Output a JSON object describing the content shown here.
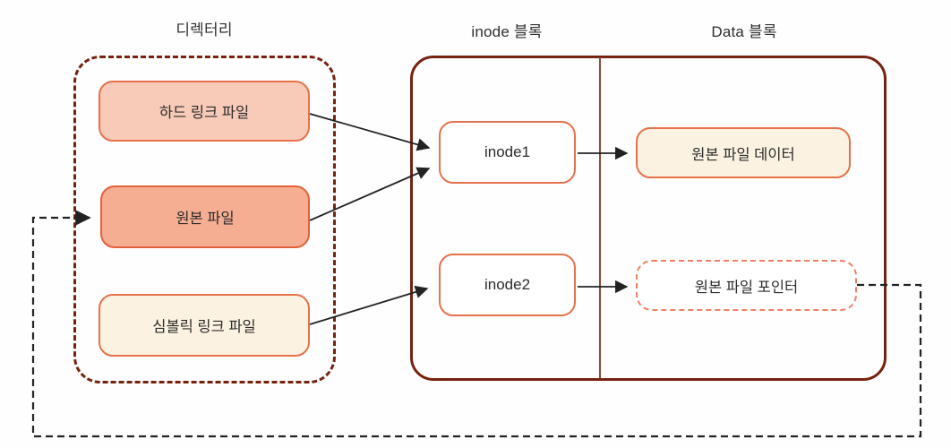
{
  "diagram": {
    "columns": [
      {
        "id": "directory",
        "label": "디렉터리"
      },
      {
        "id": "inode-block",
        "label": "inode 블록"
      },
      {
        "id": "data-block",
        "label": "Data 블록"
      }
    ],
    "nodes": [
      {
        "id": "hard-link-file",
        "label": "하드 링크 파일",
        "column": "directory"
      },
      {
        "id": "original-file",
        "label": "원본 파일",
        "column": "directory"
      },
      {
        "id": "symbolic-link-file",
        "label": "심볼릭 링크 파일",
        "column": "directory"
      },
      {
        "id": "inode1",
        "label": "inode1",
        "column": "inode-block"
      },
      {
        "id": "inode2",
        "label": "inode2",
        "column": "inode-block"
      },
      {
        "id": "original-file-data",
        "label": "원본 파일 데이터",
        "column": "data-block"
      },
      {
        "id": "original-file-pointer",
        "label": "원본 파일 포인터",
        "column": "data-block"
      }
    ],
    "edges": [
      {
        "from": "hard-link-file",
        "to": "inode1",
        "style": "solid"
      },
      {
        "from": "original-file",
        "to": "inode1",
        "style": "solid"
      },
      {
        "from": "symbolic-link-file",
        "to": "inode2",
        "style": "solid"
      },
      {
        "from": "inode1",
        "to": "original-file-data",
        "style": "solid"
      },
      {
        "from": "inode2",
        "to": "original-file-pointer",
        "style": "solid"
      },
      {
        "from": "original-file-pointer",
        "to": "original-file",
        "style": "dashed"
      }
    ],
    "colors": {
      "bg": "#fefefe",
      "dark-border": "#76220f",
      "divider": "#8d4a35",
      "node-border": "#e6714a",
      "node-border-strong": "#e2603a",
      "pointer-border": "#ee8063",
      "hard-fill": "#f8cbb8",
      "orig-fill": "#f5ae92",
      "cream-fill": "#fcf2e1",
      "arrow": "#222222"
    }
  }
}
